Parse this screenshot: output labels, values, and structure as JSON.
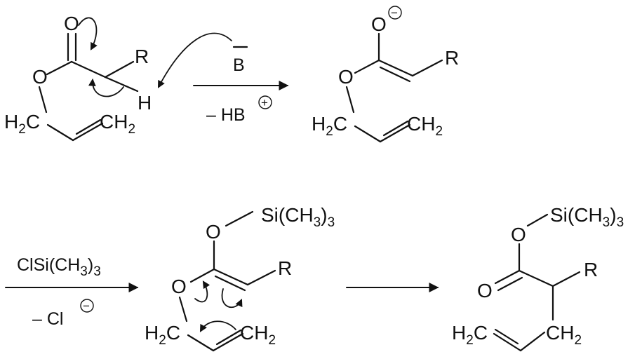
{
  "reagents": {
    "step1_base": "B",
    "step1_byproduct_prefix": "– HB",
    "step2_reagent_prefix": "ClSi(CH",
    "step2_reagent_sub": "3",
    "step2_reagent_suffix": ")",
    "step2_reagent_sub2": "3",
    "step2_byproduct": "– Cl"
  },
  "atoms": {
    "O": "O",
    "H": "H",
    "R": "R",
    "H2C_main": "H",
    "H2C_sub": "2",
    "H2C_tail": "C",
    "CH2_head": "CH",
    "CH2_sub": "2",
    "SiMe3_a": "Si(CH",
    "SiMe3_sub1": "3",
    "SiMe3_b": ")",
    "SiMe3_sub2": "3"
  },
  "charges": {
    "minus": "−",
    "plus": "+"
  },
  "colors": {
    "ink": "#111111",
    "background": "#ffffff"
  }
}
